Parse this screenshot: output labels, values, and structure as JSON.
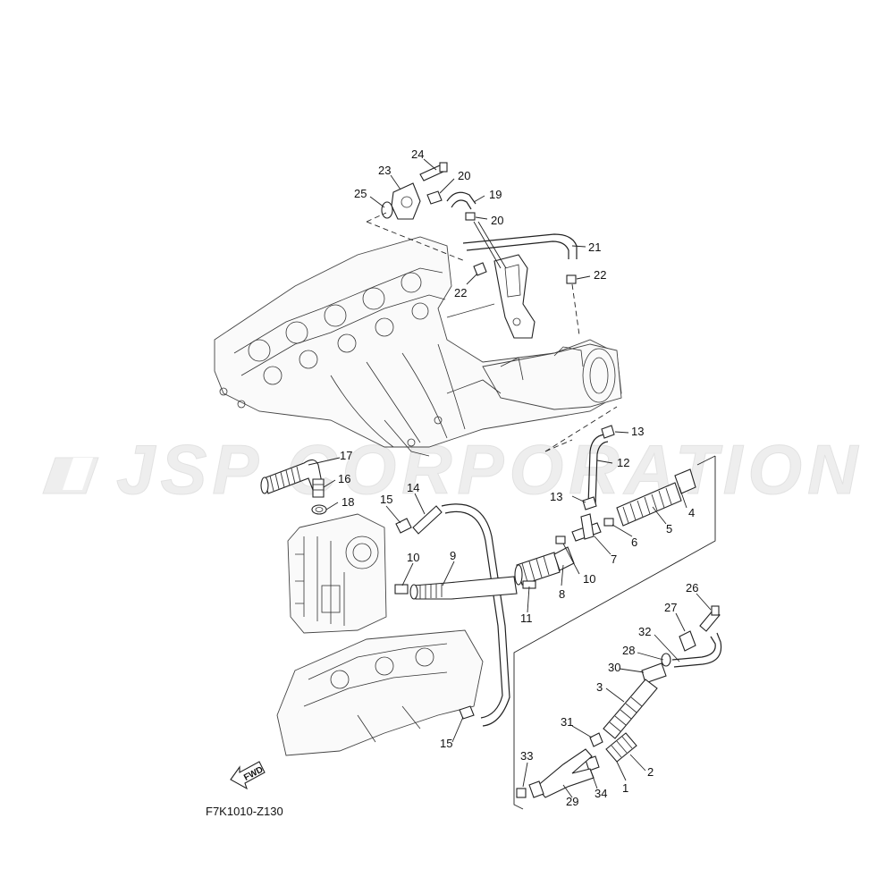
{
  "watermark": {
    "text": "JSP CORPORATION"
  },
  "diagram_code": "F7K1010-Z130",
  "fwd_label": "FWD",
  "callouts": [
    {
      "id": "c1",
      "label": "1"
    },
    {
      "id": "c2",
      "label": "2"
    },
    {
      "id": "c3",
      "label": "3"
    },
    {
      "id": "c4",
      "label": "4"
    },
    {
      "id": "c5",
      "label": "5"
    },
    {
      "id": "c6",
      "label": "6"
    },
    {
      "id": "c7",
      "label": "7"
    },
    {
      "id": "c8",
      "label": "8"
    },
    {
      "id": "c9",
      "label": "9"
    },
    {
      "id": "c10a",
      "label": "10"
    },
    {
      "id": "c10b",
      "label": "10"
    },
    {
      "id": "c11",
      "label": "11"
    },
    {
      "id": "c12",
      "label": "12"
    },
    {
      "id": "c13a",
      "label": "13"
    },
    {
      "id": "c13b",
      "label": "13"
    },
    {
      "id": "c14",
      "label": "14"
    },
    {
      "id": "c15a",
      "label": "15"
    },
    {
      "id": "c15b",
      "label": "15"
    },
    {
      "id": "c16",
      "label": "16"
    },
    {
      "id": "c17",
      "label": "17"
    },
    {
      "id": "c18",
      "label": "18"
    },
    {
      "id": "c19",
      "label": "19"
    },
    {
      "id": "c20a",
      "label": "20"
    },
    {
      "id": "c20b",
      "label": "20"
    },
    {
      "id": "c21",
      "label": "21"
    },
    {
      "id": "c22a",
      "label": "22"
    },
    {
      "id": "c22b",
      "label": "22"
    },
    {
      "id": "c23",
      "label": "23"
    },
    {
      "id": "c24",
      "label": "24"
    },
    {
      "id": "c25",
      "label": "25"
    },
    {
      "id": "c26",
      "label": "26"
    },
    {
      "id": "c27",
      "label": "27"
    },
    {
      "id": "c28",
      "label": "28"
    },
    {
      "id": "c29",
      "label": "29"
    },
    {
      "id": "c30",
      "label": "30"
    },
    {
      "id": "c31",
      "label": "31"
    },
    {
      "id": "c32",
      "label": "32"
    },
    {
      "id": "c33",
      "label": "33"
    },
    {
      "id": "c34",
      "label": "34"
    }
  ]
}
